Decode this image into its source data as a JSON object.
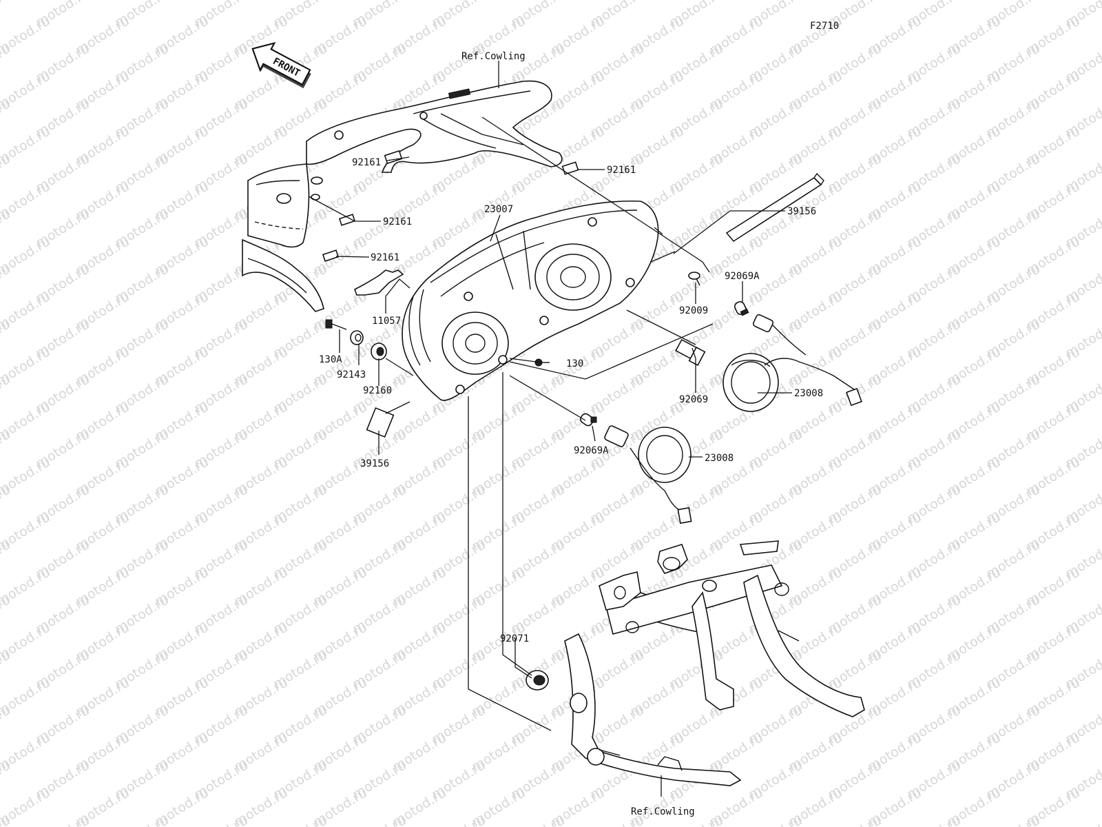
{
  "figure_code": "F2710",
  "front_arrow_text": "FRONT",
  "watermark_text": "motod.ru",
  "callouts": {
    "ref_cowling_top": "Ref.Cowling",
    "ref_cowling_bottom": "Ref.Cowling",
    "p92161_a": "92161",
    "p92161_b": "92161",
    "p92161_c": "92161",
    "p92161_d": "92161",
    "p23007": "23007",
    "p39156_a": "39156",
    "p39156_b": "39156",
    "p11057": "11057",
    "p130a": "130A",
    "p92143": "92143",
    "p92160": "92160",
    "p130": "130",
    "p92009": "92009",
    "p92069a_a": "92069A",
    "p92069a_b": "92069A",
    "p92069": "92069",
    "p23008_a": "23008",
    "p23008_b": "23008",
    "p92071": "92071"
  }
}
